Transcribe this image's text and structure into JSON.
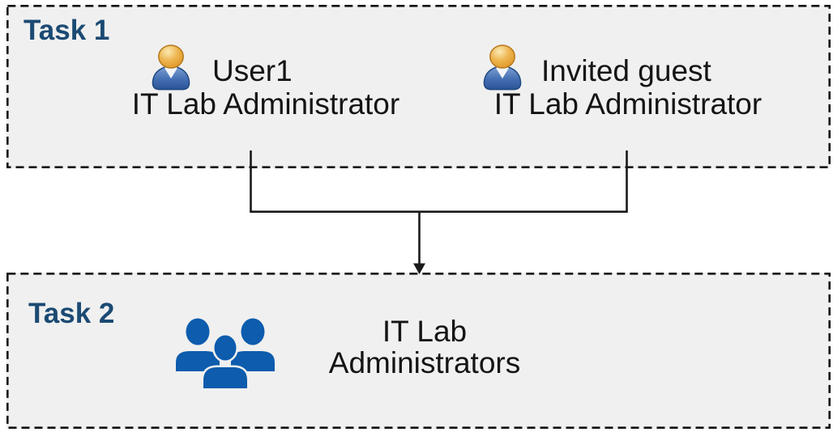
{
  "colors": {
    "page_background": "#ffffff",
    "box_fill": "#f0f0f0",
    "box_border": "#111111",
    "task_label": "#1b4a73",
    "body_text": "#141414",
    "connector_line": "#1a1a1a",
    "group_icon_blue": "#0d5cad",
    "person_body_blue": "#446fb3",
    "person_head_gold": "#edb54f"
  },
  "task1": {
    "label": "Task 1",
    "members": [
      {
        "name": "User1",
        "role": "IT Lab Administrator",
        "icon": "person-icon"
      },
      {
        "name": "Invited guest",
        "role": "IT Lab Administrator",
        "icon": "person-icon"
      }
    ]
  },
  "task2": {
    "label": "Task 2",
    "group_name": "IT Lab Administrators",
    "icon": "people-group-icon"
  },
  "connector": {
    "type": "merge-arrow",
    "description": "Lines from both Task 1 members join and point down to the Task 2 group"
  }
}
